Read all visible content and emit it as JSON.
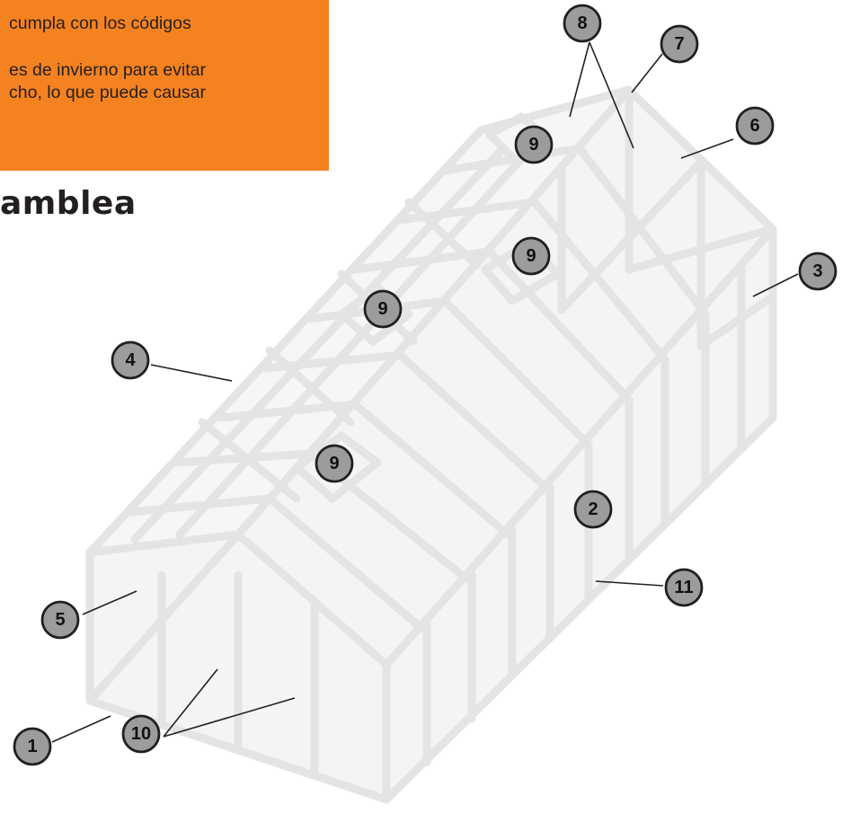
{
  "notice": {
    "line1": "cumpla con los códigos",
    "line2": "es de invierno para evitar",
    "line3": "cho, lo que puede causar"
  },
  "heading": "amblea",
  "callouts": [
    "1",
    "2",
    "3",
    "4",
    "5",
    "6",
    "7",
    "8",
    "9",
    "9",
    "9",
    "9",
    "10",
    "11"
  ],
  "colors": {
    "accent": "#f58220",
    "frame": "#e4e4e4",
    "panel": "#f4f4f6",
    "badge": "#9c9c9c",
    "ink": "#231f20"
  },
  "icons": [
    "greenhouse-frame-illustration"
  ]
}
